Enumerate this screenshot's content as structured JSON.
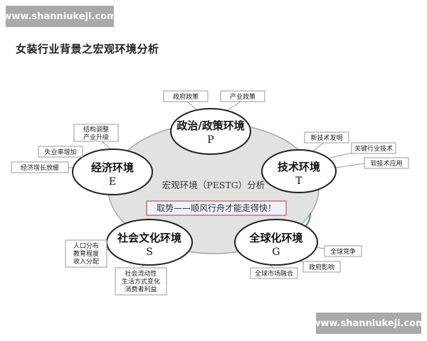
{
  "watermark": {
    "top": "www.shanniukeji.com",
    "bottom": "www.shanniukeji.com"
  },
  "title": "女装行业背景之宏观环境分析",
  "center": {
    "text": "宏观环境（PESTG）分析",
    "slogan": "取势——顺风行舟才能走得快！"
  },
  "nodes": {
    "p": {
      "title": "政治/政策环境",
      "letter": "P"
    },
    "t": {
      "title": "技术环境",
      "letter": "T"
    },
    "g": {
      "title": "全球化环境",
      "letter": "G"
    },
    "s": {
      "title": "社会文化环境",
      "letter": "S"
    },
    "e": {
      "title": "经济环境",
      "letter": "E"
    }
  },
  "factors": {
    "p1": "政府政策",
    "p2": "产业政策",
    "t1": "新技术发明",
    "t2": "关键行业技术",
    "t3": "软技术应用",
    "e_adjust_1": "结构调整",
    "e_adjust_2": "产业升级",
    "e2": "失业率增加",
    "e3": "经济增长放缓",
    "s_a1": "人口分布",
    "s_a2": "教育程度",
    "s_a3": "收入分配",
    "s_b1": "社会流动性",
    "s_b2": "生活方式变化",
    "s_b3": "消费者利益",
    "g1": "全球竞争",
    "g2": "政府影响",
    "g3": "全球市场融合"
  },
  "colors": {
    "hub_fill": "#e2e2e2",
    "hub_arc_accent": "#2f8f8f",
    "slogan_border": "#c0392b",
    "slogan_fill": "#eef1fa"
  }
}
